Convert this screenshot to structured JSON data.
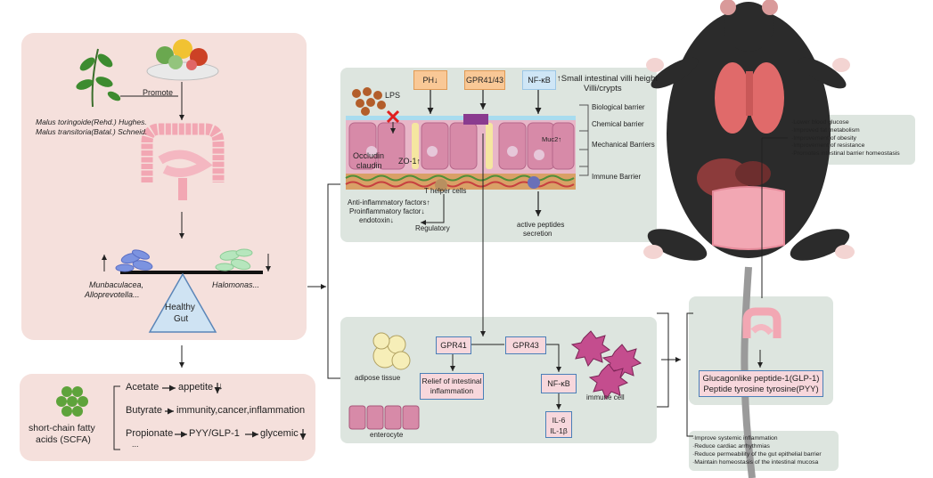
{
  "left_panel": {
    "plant_species_1": "Malus toringoide(Rehd.) Hughes.",
    "plant_species_2": "Malus transitoria(Batal.) Schneid.",
    "promote_label": "Promote",
    "bacteria_up_1": "Munbaculacea,",
    "bacteria_up_2": "Alloprevotella...",
    "bacteria_down": "Halomonas...",
    "healthy_gut_1": "Healthy",
    "healthy_gut_2": "Gut"
  },
  "scfa_panel": {
    "scfa_label_1": "short-chain fatty",
    "scfa_label_2": "acids (SCFA)",
    "acetate": "Acetate",
    "acetate_effect": "appetite",
    "butyrate": "Butyrate",
    "butyrate_effect": "immunity,cancer,inflammation",
    "propionate": "Propionate",
    "propionate_mid": "PYY/GLP-1",
    "propionate_effect": "glycemic",
    "ellipsis": "..."
  },
  "barrier_panel": {
    "ph_box": "PH↓",
    "gpr4143_box": "GPR41/43",
    "nfkb_box": "NF-κB",
    "villi_text_1": "↑Small intestinal villi height",
    "villi_text_2": "Villi/crypts",
    "lps": "LPS",
    "occludin": "Occludin",
    "claudin": "claudin",
    "zo1": "ZO-1↑",
    "muc2": "Muc2↑",
    "t_helper": "T helper  cells",
    "biological_barrier": "Biological barrier",
    "chemical_barrier": "Chemical barrier",
    "mechanical_barriers": "Mechanical Barriers",
    "immune_barrier": "Immune Barrier",
    "anti_inflammatory": "Anti-inflammatory factors↑",
    "proinflammatory": "Proinflammatory factor↓",
    "endotoxin": "endotoxin↓",
    "regulatory": "Regulatory",
    "active_peptides_1": "active peptides",
    "active_peptides_2": "secretion"
  },
  "gpr_panel": {
    "adipose": "adipose tissue",
    "gpr41": "GPR41",
    "gpr43": "GPR43",
    "relief_1": "Relief of intestinal",
    "relief_2": "inflammation",
    "nfkb": "NF-κB",
    "immune_cell": "immune cell",
    "il6": "IL-6",
    "il1b": "IL-1β",
    "enterocyte": "enterocyte"
  },
  "glp_panel": {
    "glp1": "Glucagonlike peptide-1(GLP-1)",
    "pyy": "Peptide tyrosine tyrosine(PYY)"
  },
  "mouse_effects": [
    "·Lower blood glucose",
    "·Improved fat metabolism",
    "·Improvement of obesity",
    "·Improvement of resistance",
    "·Promotes intestinal barrier homeostasis"
  ],
  "bottom_effects": [
    "·Improve systemic inflammation",
    "·Reduce cardiac arrhythmias",
    "·Reduce permeability of the gut epithelial barrier",
    "·Maintain homeostasis of the intestinal mucosa"
  ],
  "colors": {
    "left_bg": "#f5e0dc",
    "mid_bg": "#dde5df",
    "box_orange": "#f9c896",
    "box_blue": "#cfe6f6",
    "gut_pink": "#f2a7b3"
  }
}
